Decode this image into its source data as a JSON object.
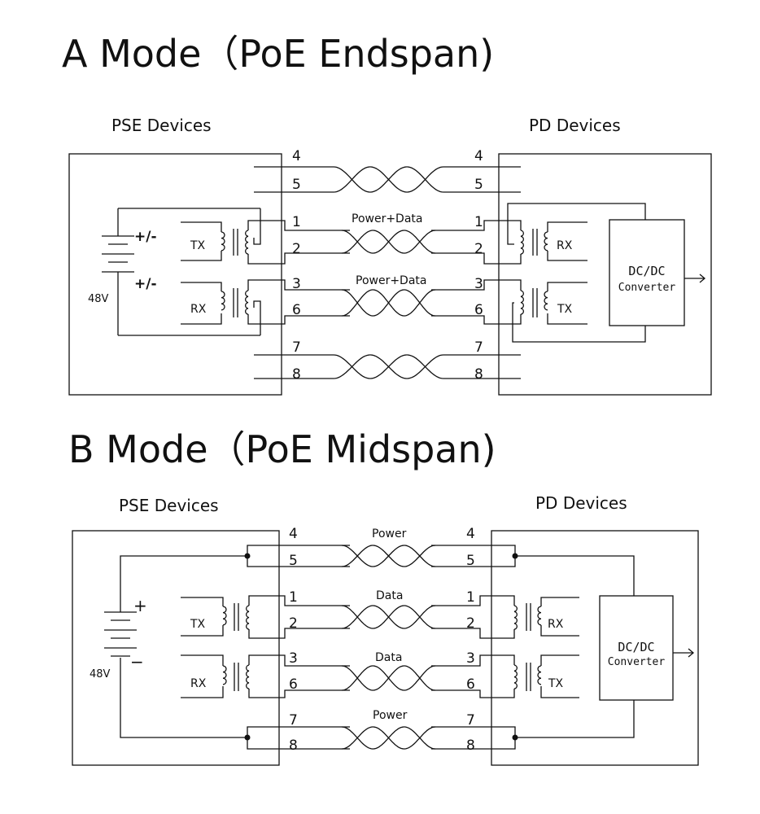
{
  "diagram_a": {
    "title": "A  Mode（PoE Endspan)",
    "pse_label": "PSE Devices",
    "pd_label": "PD Devices",
    "pins": [
      "4",
      "5",
      "1",
      "2",
      "3",
      "6",
      "7",
      "8"
    ],
    "pair_labels": [
      "Power+Data",
      "Power+Data"
    ],
    "pse_tx": "TX",
    "pse_rx": "RX",
    "pd_rx": "RX",
    "pd_tx": "TX",
    "battery_plus_1": "+/-",
    "battery_plus_2": "+/-",
    "voltage": "48V",
    "converter_line1": "DC/DC",
    "converter_line2": "Converter"
  },
  "diagram_b": {
    "title": "B  Mode（PoE Midspan)",
    "pse_label": "PSE Devices",
    "pd_label": "PD Devices",
    "pins": [
      "4",
      "5",
      "1",
      "2",
      "3",
      "6",
      "7",
      "8"
    ],
    "pair_labels": [
      "Power",
      "Data",
      "Data",
      "Power"
    ],
    "pse_tx": "TX",
    "pse_rx": "RX",
    "pd_rx": "RX",
    "pd_tx": "TX",
    "battery_plus": "+",
    "battery_minus": "−",
    "voltage": "48V",
    "converter_line1": "DC/DC",
    "converter_line2": "Converter"
  }
}
